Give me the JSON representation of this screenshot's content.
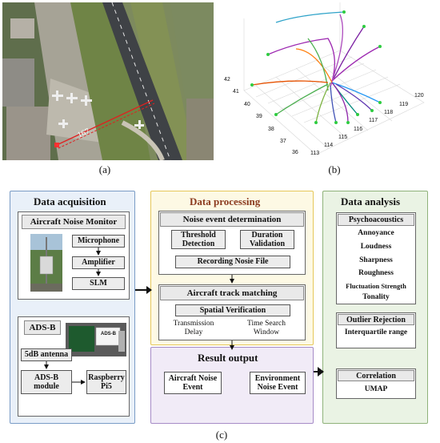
{
  "captions": {
    "a": "(a)",
    "b": "(b)",
    "c": "(c)"
  },
  "map_label": "167",
  "plot_axis_y_ticks": [
    "42",
    "41",
    "40",
    "39",
    "38",
    "37",
    "36"
  ],
  "plot_axis_x_ticks": [
    "113",
    "114",
    "115",
    "116",
    "117",
    "118",
    "119",
    "120"
  ],
  "acquisition": {
    "title": "Data acquisition",
    "monitor_title": "Aircraft Noise Monitor",
    "steps": [
      "Microphone",
      "Amplifier",
      "SLM"
    ],
    "adsb_title": "ADS-B",
    "antenna": "5dB antenna",
    "module": "ADS-B module",
    "pi": "Raspberry Pi5",
    "device_label": "ADS-B"
  },
  "processing": {
    "title": "Data processing",
    "noise_title": "Noise event determination",
    "threshold": "Threshold Detection",
    "duration": "Duration Validation",
    "recording": "Recording Nosie File",
    "track_title": "Aircraft track matching",
    "spatial": "Spatial Verification",
    "transmission": "Transmission Delay",
    "time_window": "Time Search Window"
  },
  "result": {
    "title": "Result output",
    "aircraft_event": "Aircraft Noise Event",
    "env_event": "Environment Noise Event"
  },
  "analysis": {
    "title": "Data analysis",
    "psycho_title": "Psychoacoustics",
    "psycho_items": [
      "Annoyance",
      "Loudness",
      "Sharpness",
      "Roughness",
      "Fluctuation Strength",
      "Tonality"
    ],
    "outlier_title": "Outlier Rejection",
    "outlier_item": "Interquartile range",
    "corr_title": "Correlation",
    "corr_item": "UMAP"
  },
  "colors": {
    "acq_bg": "#e9f0f9",
    "acq_border": "#7a9cc6",
    "proc_bg": "#fdf9e4",
    "proc_border": "#e6c85a",
    "res_bg": "#f1ebf7",
    "res_border": "#a68cc7",
    "ana_bg": "#eaf3e4",
    "ana_border": "#8fb27a",
    "proc_title": "#8b3a1e"
  }
}
